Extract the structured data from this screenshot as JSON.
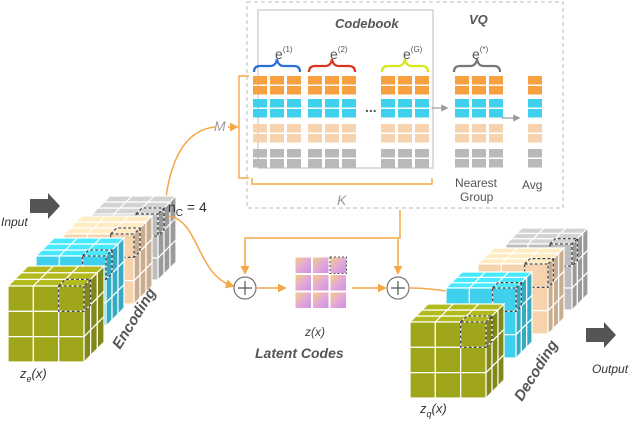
{
  "codebook": {
    "title": "Codebook",
    "group_labels": [
      {
        "base": "e",
        "sup": "(1)"
      },
      {
        "base": "e",
        "sup": "(2)"
      },
      {
        "base": "e",
        "sup": "(G)"
      }
    ],
    "ellipsis": "...",
    "row_label": "M",
    "col_label": "K"
  },
  "vq": {
    "title": "VQ",
    "nearest": {
      "base": "e",
      "sup": "(*)"
    },
    "nearest_caption_line1": "Nearest",
    "nearest_caption_line2": "Group",
    "avg_caption": "Avg"
  },
  "encoder": {
    "input_label": "Input",
    "nc_text": "n",
    "nc_sub": "C",
    "nc_value": " = 4",
    "stage_label": "Encoding",
    "output_symbol": "z",
    "output_sub": "e",
    "output_arg": "(x)"
  },
  "latent": {
    "symbol": "z(x)",
    "caption": "Latent Codes"
  },
  "decoder": {
    "stage_label": "Decoding",
    "output_label": "Output",
    "input_symbol": "z",
    "input_sub": "q",
    "input_arg": "(x)"
  },
  "colors": {
    "orange": "#f7a23f",
    "cyan": "#3fd0ee",
    "peach": "#f7d2ae",
    "gray": "#b9b9b9",
    "olive": "#9ea51c",
    "blue_group": "#2b6fd6",
    "red_group": "#d8371f",
    "yellow_group": "#d7e61d",
    "gray_group": "#777777",
    "arrow": "#f5a746"
  }
}
